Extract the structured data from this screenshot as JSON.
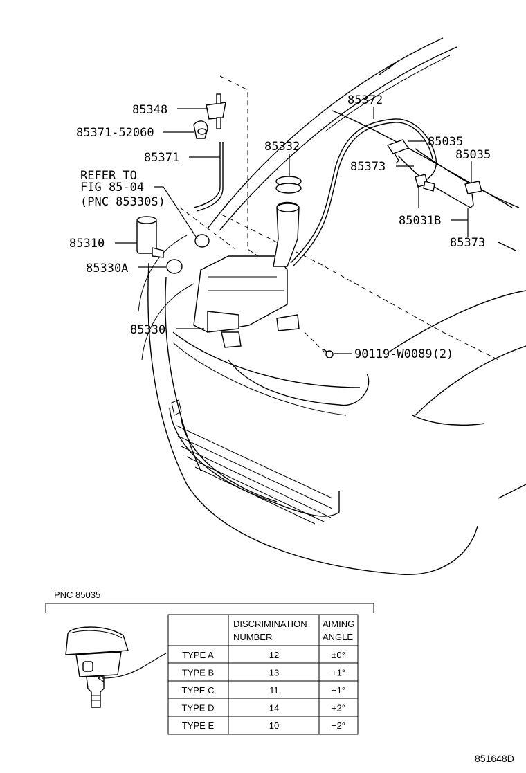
{
  "labels": {
    "p85348": "85348",
    "p85371_52060": "85371-52060",
    "p85371": "85371",
    "refer_line1": "REFER TO",
    "refer_line2": "FIG 85-04",
    "refer_line3": "(PNC 85330S)",
    "p85310": "85310",
    "p85330A": "85330A",
    "p85330": "85330",
    "p85332": "85332",
    "p85372": "85372",
    "p85035_a": "85035",
    "p85035_b": "85035",
    "p85373_a": "85373",
    "p85031B": "85031B",
    "p85373_b": "85373",
    "p90119": "90119-W0089(2)"
  },
  "detail": {
    "pnc_label": "PNC 85035",
    "table": {
      "headers": [
        "",
        "DISCRIMINATION NUMBER",
        "AIMING ANGLE"
      ],
      "rows": [
        [
          "TYPE A",
          "12",
          "±0°"
        ],
        [
          "TYPE B",
          "13",
          "+1°"
        ],
        [
          "TYPE C",
          "11",
          "−1°"
        ],
        [
          "TYPE D",
          "14",
          "+2°"
        ],
        [
          "TYPE E",
          "10",
          "−2°"
        ]
      ]
    }
  },
  "figure_number": "851648D"
}
